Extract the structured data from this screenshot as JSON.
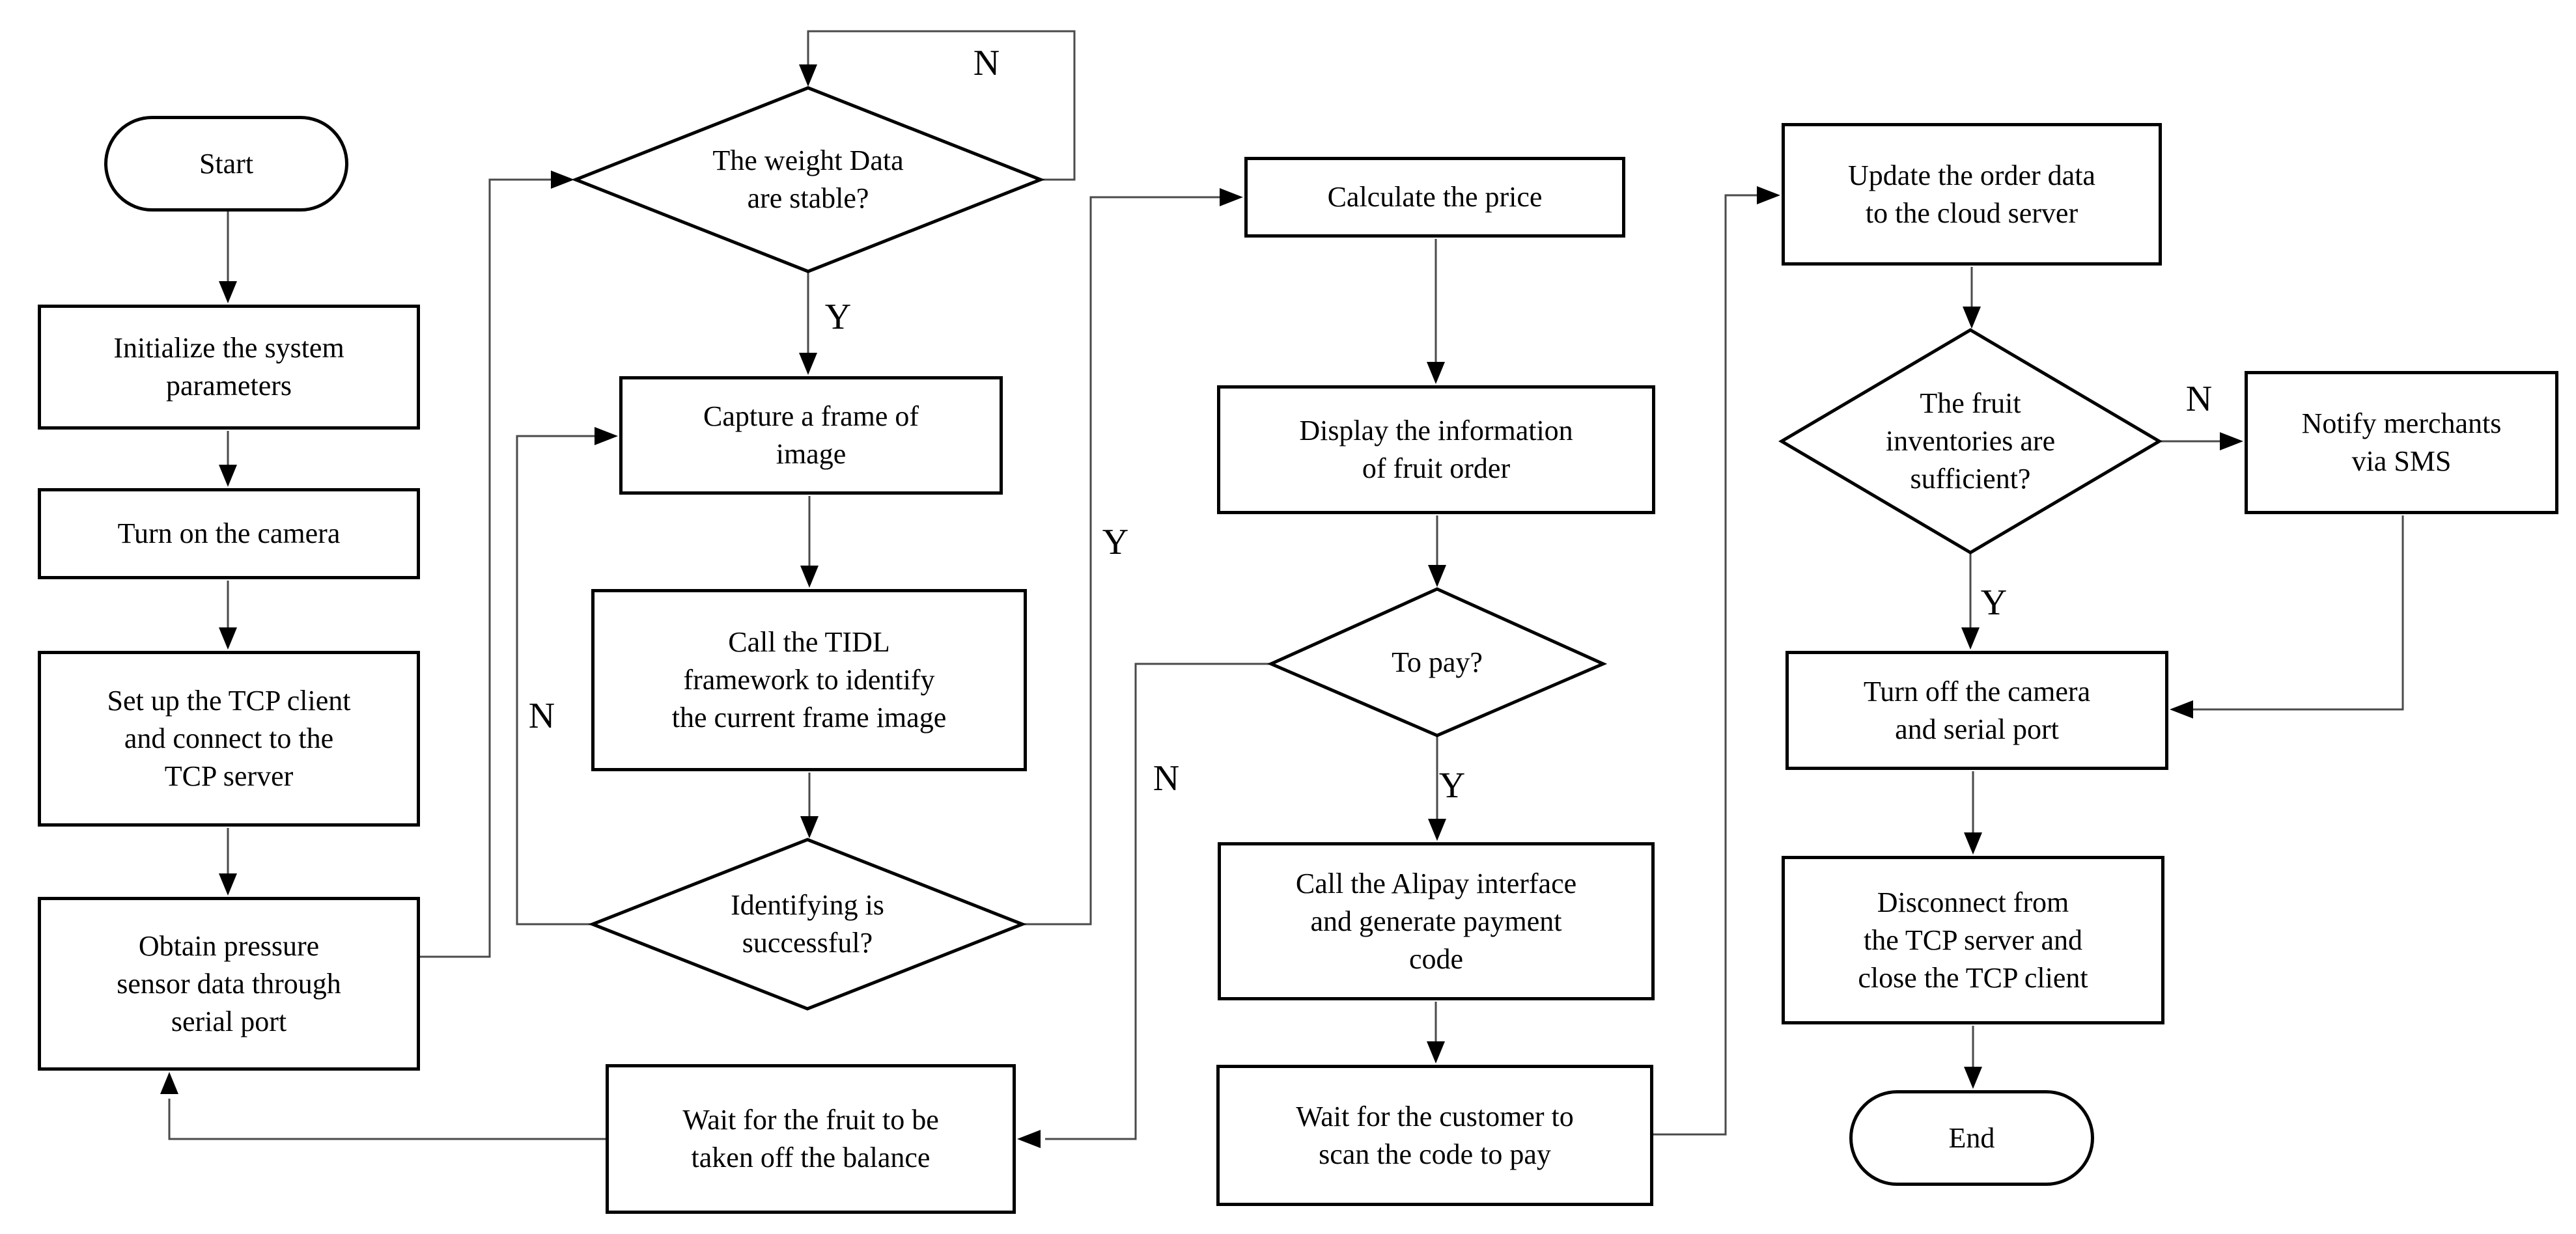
{
  "canvas": {
    "background_color": "#ffffff",
    "edge_color": "#4a4a4a",
    "shape_border_color": "#000000",
    "text_color": "#000000"
  },
  "nodes": {
    "start": {
      "type": "terminator",
      "text": "Start"
    },
    "init": {
      "type": "process",
      "text": "Initialize the system\nparameters"
    },
    "camera_on": {
      "type": "process",
      "text": "Turn on the camera"
    },
    "tcp_setup": {
      "type": "process",
      "text": "Set up the TCP client\nand connect to the\nTCP server"
    },
    "obtain": {
      "type": "process",
      "text": "Obtain pressure\nsensor data through\nserial port"
    },
    "weight_check": {
      "type": "decision",
      "text": "The weight Data\nare stable?"
    },
    "capture": {
      "type": "process",
      "text": "Capture a frame of\nimage"
    },
    "tidl": {
      "type": "process",
      "text": "Call the TIDL\nframework to identify\nthe current frame image"
    },
    "identify_check": {
      "type": "decision",
      "text": "Identifying is\nsuccessful?"
    },
    "wait_fruit": {
      "type": "process",
      "text": "Wait for the fruit to be\ntaken off the balance"
    },
    "calculate": {
      "type": "process",
      "text": "Calculate the price"
    },
    "display_order": {
      "type": "process",
      "text": "Display the information\nof fruit order"
    },
    "topay_check": {
      "type": "decision",
      "text": "To pay?"
    },
    "alipay": {
      "type": "process",
      "text": "Call the Alipay interface\nand generate payment\ncode"
    },
    "wait_customer": {
      "type": "process",
      "text": "Wait for the customer to\nscan the code to pay"
    },
    "update_cloud": {
      "type": "process",
      "text": "Update the order data\nto the cloud server"
    },
    "inventory_check": {
      "type": "decision",
      "text": "The fruit\ninventories are\nsufficient?"
    },
    "notify_sms": {
      "type": "process",
      "text": "Notify merchants\nvia SMS"
    },
    "turn_off": {
      "type": "process",
      "text": "Turn off the camera\nand serial port"
    },
    "disconnect": {
      "type": "process",
      "text": "Disconnect from\nthe TCP server and\nclose the TCP client"
    },
    "end": {
      "type": "terminator",
      "text": "End"
    }
  },
  "branch_labels": [
    {
      "text": "N",
      "meaning": "weight-not-stable-loop"
    },
    {
      "text": "Y",
      "meaning": "weight-stable"
    },
    {
      "text": "N",
      "meaning": "identify-failed-loop"
    },
    {
      "text": "Y",
      "meaning": "identify-success"
    },
    {
      "text": "Y",
      "meaning": "pay-yes"
    },
    {
      "text": "N",
      "meaning": "pay-no"
    },
    {
      "text": "N",
      "meaning": "inventory-insufficient"
    },
    {
      "text": "Y",
      "meaning": "inventory-sufficient"
    }
  ],
  "connections": [
    {
      "from": "start",
      "to": "init"
    },
    {
      "from": "init",
      "to": "camera_on"
    },
    {
      "from": "camera_on",
      "to": "tcp_setup"
    },
    {
      "from": "tcp_setup",
      "to": "obtain"
    },
    {
      "from": "obtain",
      "to": "weight_check"
    },
    {
      "from": "weight_check",
      "to": "weight_check",
      "branch": "N"
    },
    {
      "from": "weight_check",
      "to": "capture",
      "branch": "Y"
    },
    {
      "from": "capture",
      "to": "tidl"
    },
    {
      "from": "tidl",
      "to": "identify_check"
    },
    {
      "from": "identify_check",
      "to": "capture",
      "branch": "N"
    },
    {
      "from": "identify_check",
      "to": "calculate",
      "branch": "Y"
    },
    {
      "from": "calculate",
      "to": "display_order"
    },
    {
      "from": "display_order",
      "to": "topay_check"
    },
    {
      "from": "topay_check",
      "to": "alipay",
      "branch": "Y"
    },
    {
      "from": "topay_check",
      "to": "wait_fruit",
      "branch": "N"
    },
    {
      "from": "alipay",
      "to": "wait_customer"
    },
    {
      "from": "wait_customer",
      "to": "update_cloud"
    },
    {
      "from": "wait_fruit",
      "to": "obtain"
    },
    {
      "from": "update_cloud",
      "to": "inventory_check"
    },
    {
      "from": "inventory_check",
      "to": "notify_sms",
      "branch": "N"
    },
    {
      "from": "inventory_check",
      "to": "turn_off",
      "branch": "Y"
    },
    {
      "from": "notify_sms",
      "to": "turn_off"
    },
    {
      "from": "turn_off",
      "to": "disconnect"
    },
    {
      "from": "disconnect",
      "to": "end"
    }
  ]
}
